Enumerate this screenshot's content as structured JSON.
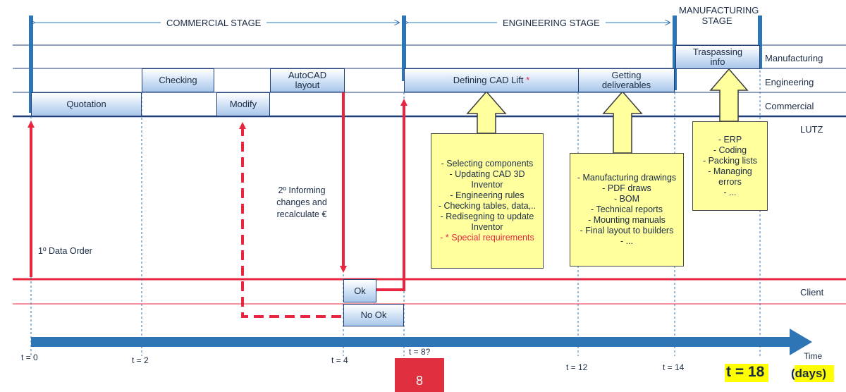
{
  "stages": {
    "commercial": "COMMERCIAL STAGE",
    "engineering": "ENGINEERING STAGE",
    "manufacturing": "MANUFACTURING STAGE"
  },
  "lanes": {
    "manufacturing": "Manufacturing",
    "engineering": "Engineering",
    "commercial": "Commercial",
    "lutz": "LUTZ",
    "client": "Client"
  },
  "tasks": {
    "quotation": "Quotation",
    "checking": "Checking",
    "modify": "Modify",
    "autocad_layout": "AutoCAD layout",
    "defining_cad_lift": "Defining CAD Lift",
    "defining_cad_lift_mark": "*",
    "getting_deliverables": "Getting deliverables",
    "traspassing_info": "Traspassing info",
    "ok": "Ok",
    "no_ok": "No Ok"
  },
  "annotations": {
    "data_order": "1º Data Order",
    "informing": "2º Informing changes and recalculate €"
  },
  "notes": {
    "engineering": [
      "- Selecting components",
      "- Updating CAD 3D Inventor",
      "- Engineering rules",
      "- Checking tables, data,..",
      "- Redisegning to update Inventor",
      "- * Special requirements"
    ],
    "deliverables": [
      "- Manufacturing drawings",
      "- PDF draws",
      "- BOM",
      "- Technical reports",
      "- Mounting manuals",
      "- Final layout to builders",
      "- ..."
    ],
    "manufacturing": [
      "- ERP",
      "- Coding",
      "- Packing lists",
      "- Managing errors",
      "- ..."
    ]
  },
  "timeline": {
    "ticks": [
      "t = 0",
      "t = 2",
      "t = 4",
      "t = 8?",
      "t = 12",
      "t = 14"
    ],
    "end_label": "t = 18",
    "axis_label": "Time",
    "unit": "(days)",
    "marker": "8"
  },
  "colors": {
    "primary_blue": "#2e75b6",
    "navy": "#1f3e78",
    "red": "#e8263f",
    "note_yellow": "#ffff9e",
    "highlight_yellow": "#ffff00",
    "marker_red": "#e0303f"
  }
}
